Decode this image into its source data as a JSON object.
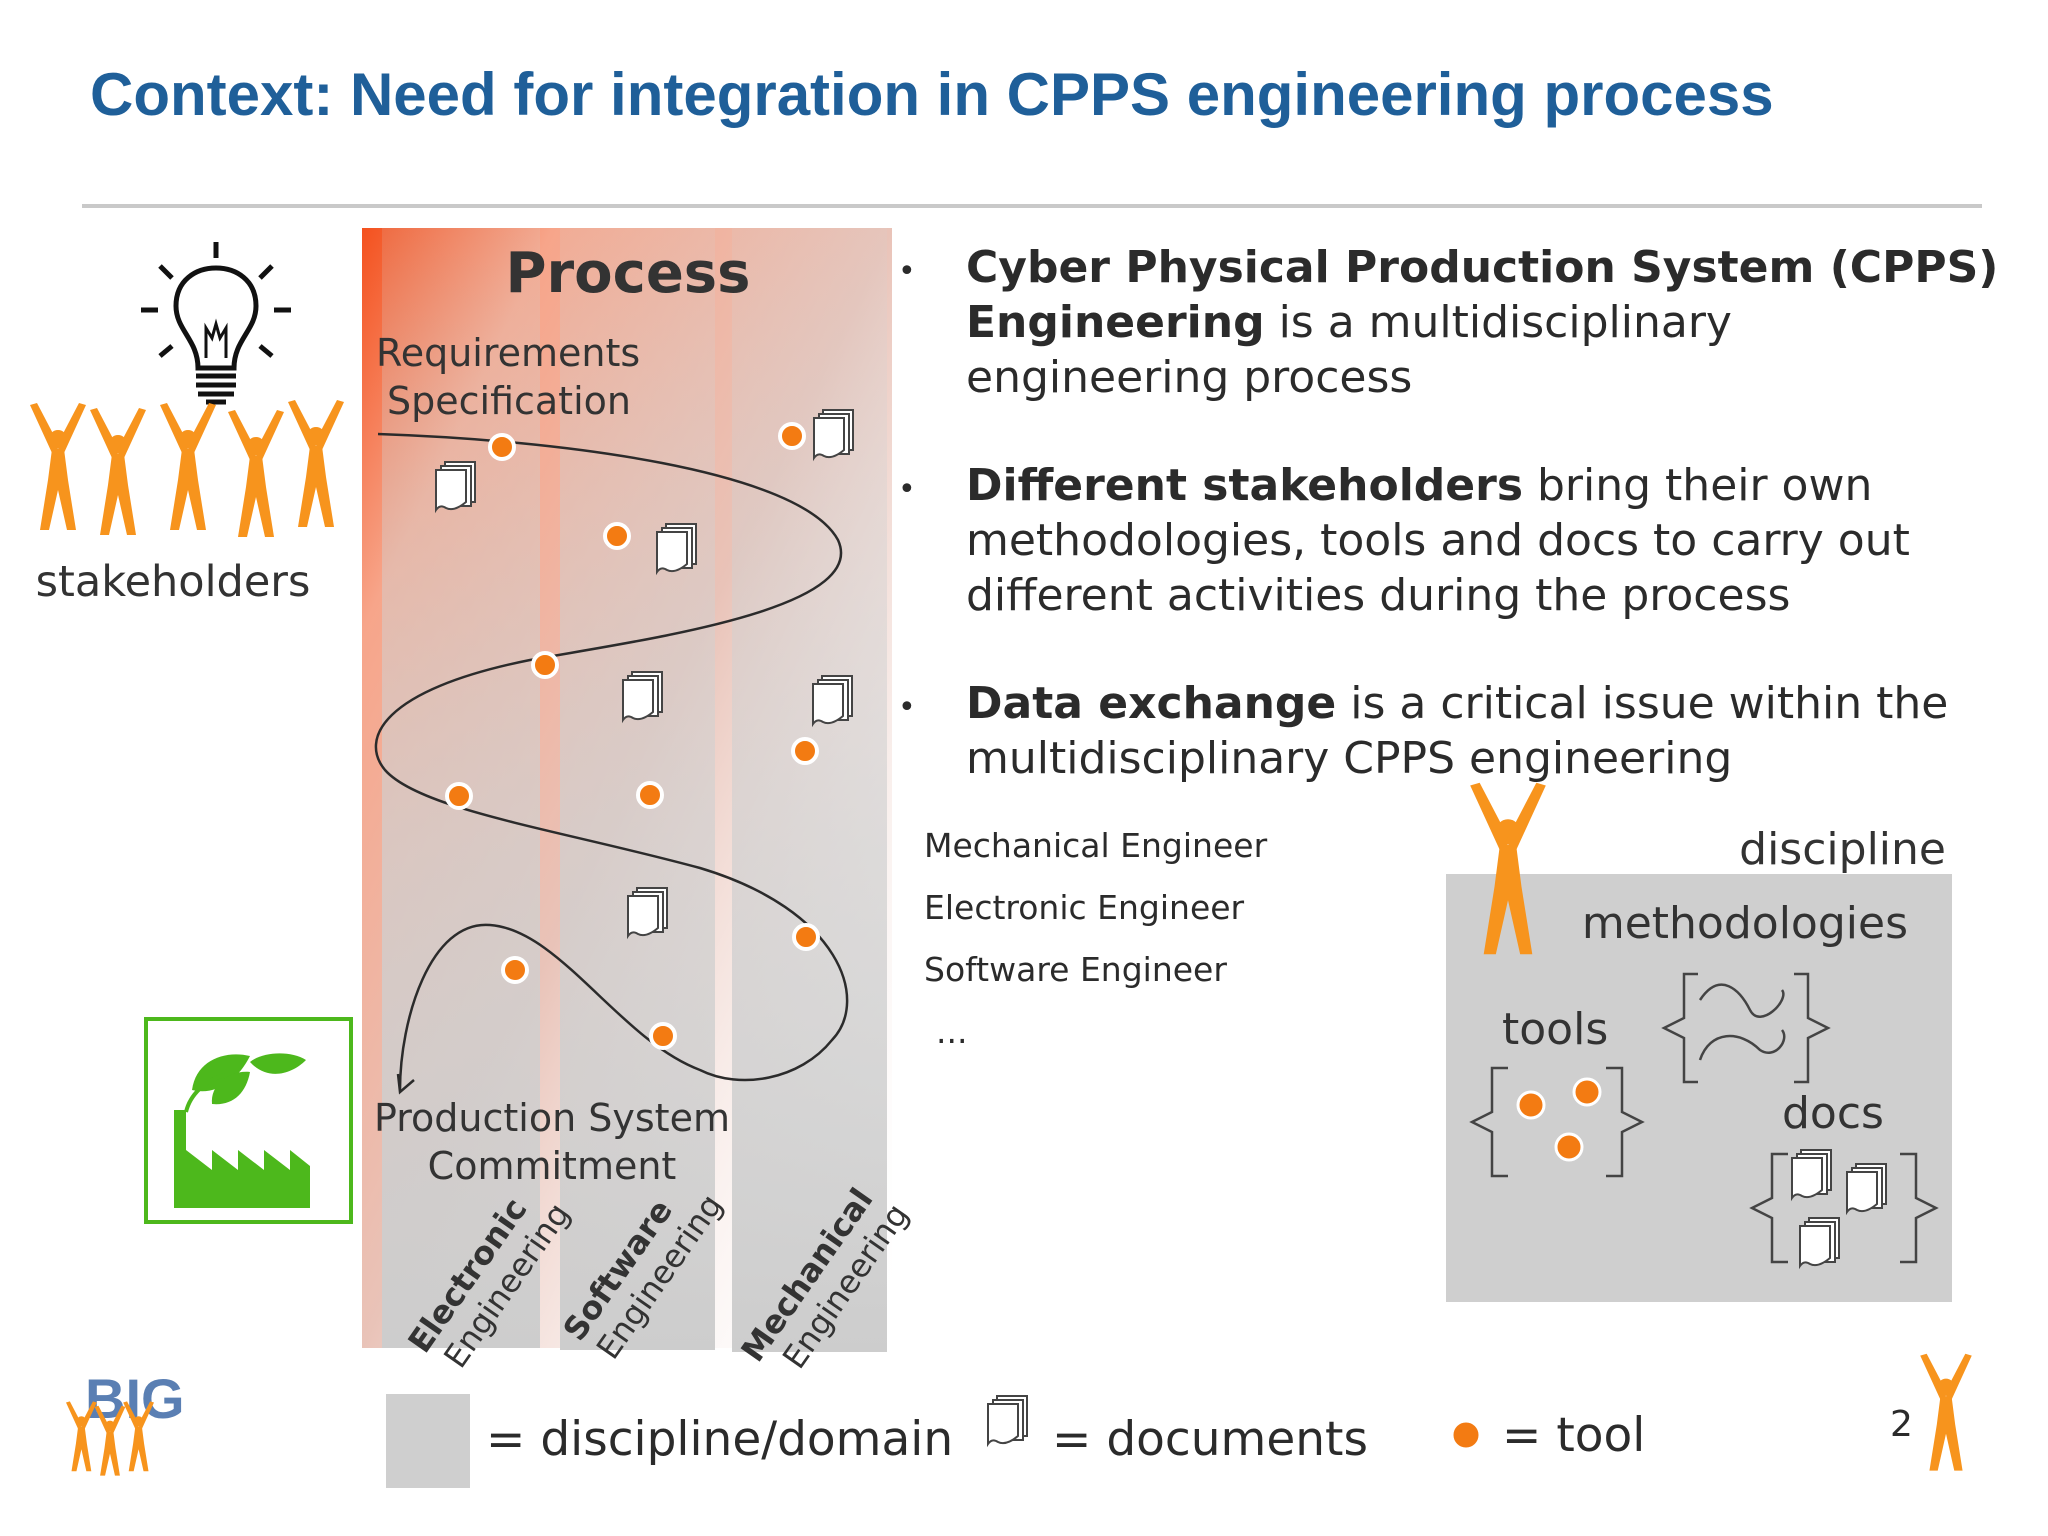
{
  "slide": {
    "title": "Context: Need for integration in CPPS engineering process",
    "page_number": "2"
  },
  "left": {
    "stakeholders_label": "stakeholders"
  },
  "process": {
    "heading": "Process",
    "start_label_line1": "Requirements",
    "start_label_line2": "Specification",
    "end_label_line1": "Production System",
    "end_label_line2": "Commitment",
    "columns": [
      {
        "bold": "Electronic",
        "normal": "Engineering"
      },
      {
        "bold": "Software",
        "normal": "Engineering"
      },
      {
        "bold": "Mechanical",
        "normal": "Engineering"
      }
    ]
  },
  "bullets": [
    {
      "lines": [
        [
          {
            "text": "Cyber Physical Production System (CPPS)",
            "bold": true
          }
        ],
        [
          {
            "text": "Engineering",
            "bold": true
          },
          {
            "text": " is a multidisciplinary",
            "bold": false
          }
        ],
        [
          {
            "text": "engineering process",
            "bold": false
          }
        ]
      ]
    },
    {
      "lines": [
        [
          {
            "text": "Different stakeholders",
            "bold": true
          },
          {
            "text": " bring their own",
            "bold": false
          }
        ],
        [
          {
            "text": "methodologies, tools and docs to carry out",
            "bold": false
          }
        ],
        [
          {
            "text": "different activities during the process",
            "bold": false
          }
        ]
      ]
    },
    {
      "lines": [
        [
          {
            "text": "Data exchange",
            "bold": true
          },
          {
            "text": " is a critical issue within the",
            "bold": false
          }
        ],
        [
          {
            "text": "multidisciplinary CPPS engineering",
            "bold": false
          }
        ]
      ]
    }
  ],
  "roles": [
    "Mechanical Engineer",
    "Electronic Engineer",
    "Software Engineer",
    "..."
  ],
  "discipline_box": {
    "discipline": "discipline",
    "methodologies": "methodologies",
    "tools": "tools",
    "docs": "docs"
  },
  "legend": {
    "discipline": "= discipline/domain",
    "documents": "= documents",
    "tool": "= tool"
  },
  "logo_text": "BIG",
  "colors": {
    "title": "#1f5f99",
    "orange": "#f7941d",
    "tool_dot": "#f37b12",
    "discipline_gray": "#cfcfcf",
    "factory_green": "#4db81c"
  }
}
